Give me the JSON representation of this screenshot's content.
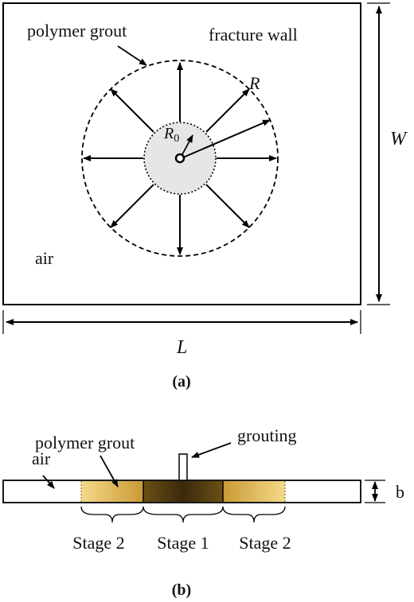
{
  "panel_a": {
    "labels": {
      "polymer_grout": "polymer grout",
      "fracture_wall": "fracture wall",
      "air": "air",
      "R": "R",
      "R0_main": "R",
      "R0_sub": "0",
      "W": "W",
      "L": "L"
    },
    "caption": "(a)"
  },
  "panel_b": {
    "labels": {
      "polymer_grout": "polymer grout",
      "grouting": "grouting",
      "air": "air",
      "b": "b",
      "stage_left": "Stage 2",
      "stage_center": "Stage 1",
      "stage_right": "Stage 2"
    },
    "caption": "(b)"
  },
  "colors": {
    "grout_light": "#f0cd73",
    "grout_mid": "#c9962d",
    "grout_dark": "#3b2a0c",
    "grout_dark_mid": "#7a5718",
    "core_fill": "#e6e6e6"
  }
}
